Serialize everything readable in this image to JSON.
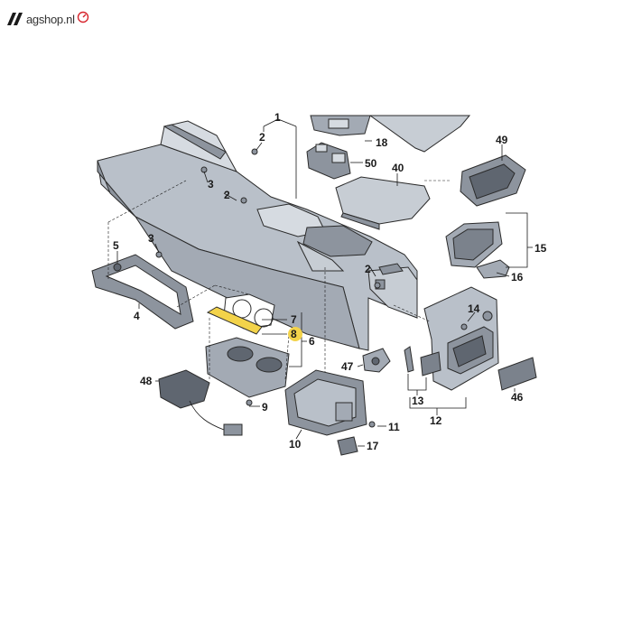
{
  "brand": {
    "logo_text": "agshop.nl",
    "accent_color": "#d7262e",
    "mark_icon": "vag-double-chevron-icon",
    "gauge_icon": "speedometer-icon"
  },
  "colors": {
    "part_fill": "#b9c0c9",
    "part_fill_dark": "#8d949e",
    "part_fill_light": "#d6dbe1",
    "line": "#1a1a1a",
    "highlight": "#f3d34a"
  },
  "callouts": {
    "c1": "1",
    "c2a": "2",
    "c2b": "2",
    "c2c": "2",
    "c3a": "3",
    "c3b": "3",
    "c4": "4",
    "c5": "5",
    "c6": "6",
    "c7": "7",
    "c8": "8",
    "c9": "9",
    "c10": "10",
    "c11": "11",
    "c12": "12",
    "c13": "13",
    "c14": "14",
    "c15": "15",
    "c16": "16",
    "c17": "17",
    "c18": "18",
    "c40": "40",
    "c46": "46",
    "c47": "47",
    "c48": "48",
    "c49": "49",
    "c50": "50"
  }
}
